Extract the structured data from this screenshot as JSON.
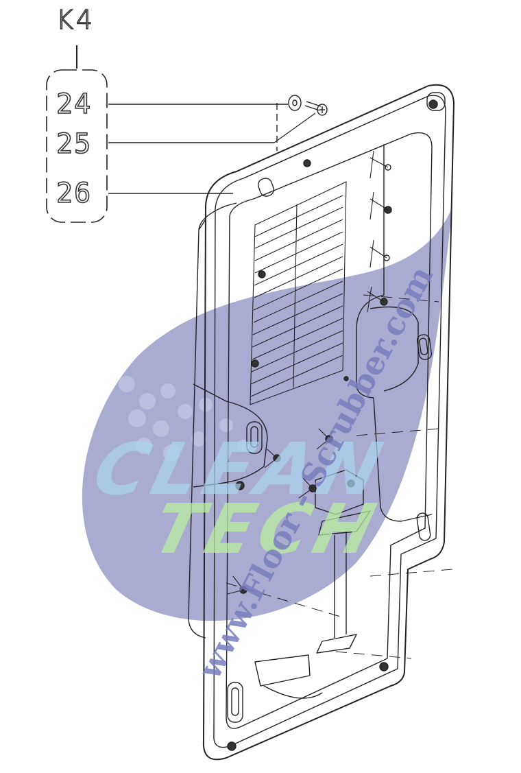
{
  "diagram": {
    "type": "exploded-parts-view",
    "group_label": "K4",
    "callouts": [
      {
        "number": "24",
        "part": "washer"
      },
      {
        "number": "25",
        "part": "screw"
      },
      {
        "number": "26",
        "part": "rear-panel-cover"
      }
    ],
    "colors": {
      "line": "#222222",
      "watermark_circle": "#a5a7cf",
      "watermark_clean": "#a8d6f0",
      "watermark_tech": "#bef0a0",
      "watermark_url": "#787cbe"
    }
  },
  "watermark": {
    "line1": "CLEAN",
    "line2": "TECH",
    "url": "www.Floor - Scrubber.com"
  }
}
